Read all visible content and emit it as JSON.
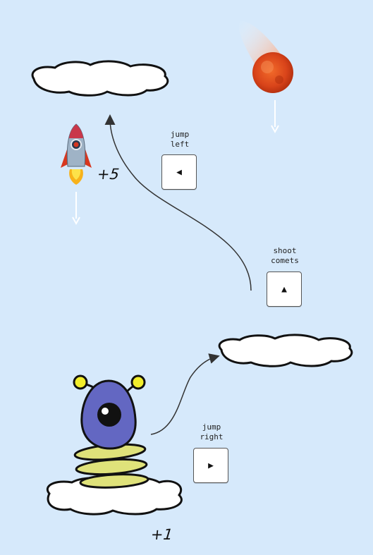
{
  "controls": {
    "jump_left": {
      "label": "jump\nleft",
      "glyph": "◀"
    },
    "shoot": {
      "label": "shoot\ncomets",
      "glyph": "▲"
    },
    "jump_right": {
      "label": "jump\nright",
      "glyph": "▶"
    }
  },
  "scores": {
    "rocket_bonus": "+5",
    "cloud_bonus": "+1"
  },
  "colors": {
    "sky": "#d6e9fb",
    "alien_body": "#6367c2",
    "alien_rings": "#dfe27a",
    "antenna_tip": "#f2ee2b",
    "comet": "#e0521c"
  },
  "sprites": {
    "player": "alien-icon",
    "rocket": "rocket-icon",
    "comet": "comet-icon"
  }
}
